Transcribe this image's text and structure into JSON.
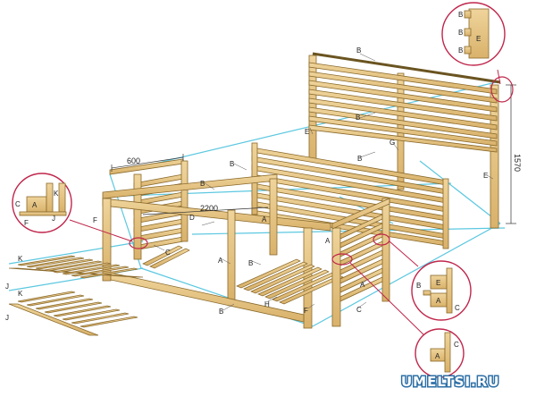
{
  "dimensions": {
    "width": "2200",
    "depth": "600",
    "height": "1570"
  },
  "watermark": "UMELTSI.RU",
  "part_labels": [
    "A",
    "B",
    "C",
    "D",
    "E",
    "F",
    "G",
    "H",
    "J",
    "K"
  ],
  "details": {
    "top_right": [
      "B",
      "B",
      "B",
      "E"
    ],
    "left": [
      "C",
      "A",
      "K",
      "J",
      "F"
    ],
    "mid_right": [
      "B",
      "E",
      "A",
      "C"
    ],
    "bottom_right": [
      "C",
      "A"
    ]
  },
  "colors": {
    "wood": "#e6c586",
    "wood_edge": "#8a6a2c",
    "guide": "#5cc8e0",
    "callout": "#c0264b"
  }
}
